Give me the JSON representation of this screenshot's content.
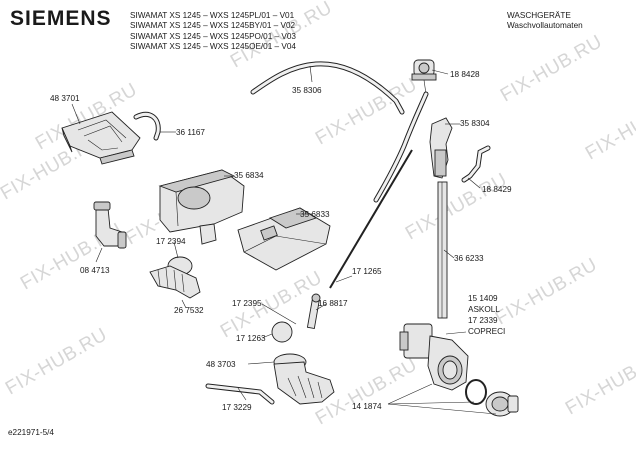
{
  "brand": "SIEMENS",
  "models": [
    "SIWAMAT XS 1245 – WXS 1245PL/01 – V01",
    "SIWAMAT XS 1245 – WXS 1245BY/01 – V02",
    "SIWAMAT XS 1245 – WXS 1245PO/01 – V03",
    "SIWAMAT XS 1245 – WXS 1245OE/01 – V04"
  ],
  "category": {
    "line1": "WASCHGERÄTE",
    "line2": "Waschvollautomaten"
  },
  "doc_id": "e221971-5/4",
  "watermark": "FIX-HUB.RU",
  "parts": {
    "p483701": "48 3701",
    "p361167": "36 1167",
    "p358306": "35 8306",
    "p188428": "18 8428",
    "p358304": "35 8304",
    "p356834": "35 6834",
    "p356833": "35 6833",
    "p188429": "18 8429",
    "p172394": "17 2394",
    "p084713": "08 4713",
    "p267532": "26 7532",
    "p171265": "17 1265",
    "p366233": "36 6233",
    "p172395": "17 2395",
    "p172263": "17 1263",
    "p168817": "16 8817",
    "p483703": "48 3703",
    "p173229": "17 3229",
    "p141874": "14 1874",
    "p151409": "15 1409",
    "askoll": "ASKOLL",
    "p172339": "17 2339",
    "copreci": "COPRECI"
  }
}
